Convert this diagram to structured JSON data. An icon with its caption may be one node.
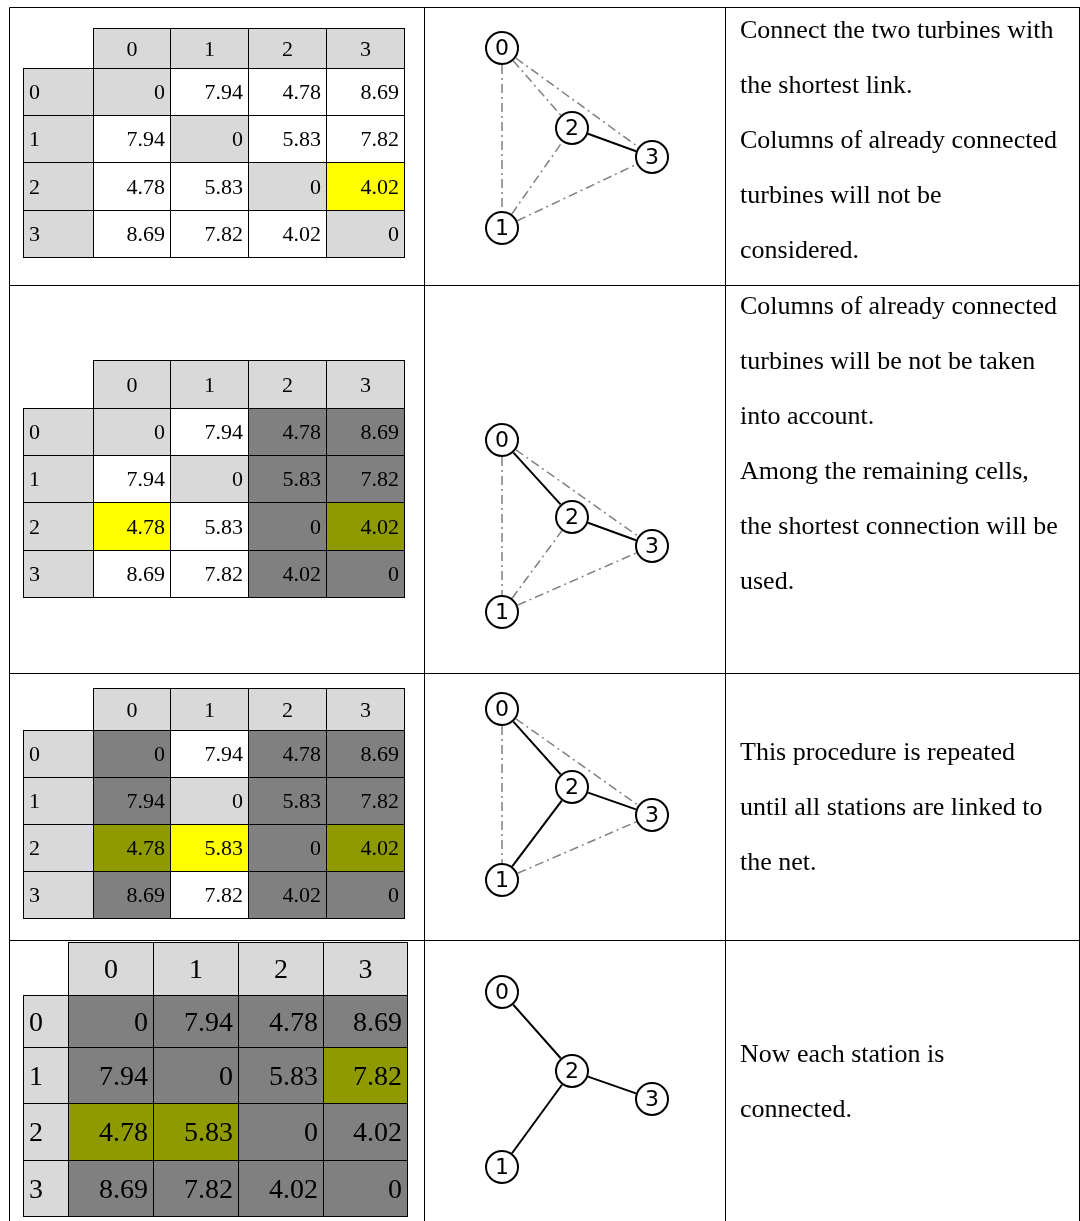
{
  "diagram": {
    "nodes": [
      {
        "text": [
          "0"
        ]
      },
      {
        "text": [
          "1"
        ]
      },
      {
        "text": [
          "2"
        ]
      },
      {
        "text": [
          "3"
        ]
      },
      {
        "text": [
          "0"
        ]
      },
      {
        "text": [
          "1"
        ]
      },
      {
        "text": [
          "2"
        ]
      },
      {
        "text": [
          "3"
        ]
      },
      {
        "text": [
          "0"
        ]
      },
      {
        "text": [
          "1"
        ]
      },
      {
        "text": [
          "2"
        ]
      },
      {
        "text": [
          "3"
        ]
      },
      {
        "text": [
          "0"
        ]
      },
      {
        "text": [
          "1"
        ]
      },
      {
        "text": [
          "2"
        ]
      },
      {
        "text": [
          "3"
        ]
      }
    ],
    "edges": [
      {
        "from": 0,
        "to": 1,
        "arrow": "none",
        "style": "dashed"
      },
      {
        "from": 0,
        "to": 2,
        "arrow": "none",
        "style": "dashed"
      },
      {
        "from": 0,
        "to": 3,
        "arrow": "none",
        "style": "dashed"
      },
      {
        "from": 1,
        "to": 2,
        "arrow": "none",
        "style": "dashed"
      },
      {
        "from": 1,
        "to": 3,
        "arrow": "none",
        "style": "dashed"
      },
      {
        "from": 2,
        "to": 3,
        "arrow": "none",
        "color": "#000000"
      },
      {
        "from": 4,
        "to": 5,
        "arrow": "none",
        "style": "dashed"
      },
      {
        "from": 4,
        "to": 6,
        "arrow": "none",
        "color": "#000000"
      },
      {
        "from": 4,
        "to": 7,
        "arrow": "none",
        "style": "dashed"
      },
      {
        "from": 5,
        "to": 6,
        "arrow": "none",
        "style": "dashed"
      },
      {
        "from": 5,
        "to": 7,
        "arrow": "none",
        "style": "dashed"
      },
      {
        "from": 6,
        "to": 7,
        "arrow": "none",
        "color": "#000000"
      },
      {
        "from": 8,
        "to": 9,
        "arrow": "none",
        "style": "dashed"
      },
      {
        "from": 8,
        "to": 10,
        "arrow": "none",
        "color": "#000000"
      },
      {
        "from": 8,
        "to": 11,
        "arrow": "none",
        "style": "dashed"
      },
      {
        "from": 9,
        "to": 10,
        "arrow": "none",
        "color": "#000000"
      },
      {
        "from": 9,
        "to": 11,
        "arrow": "none",
        "style": "dashed"
      },
      {
        "from": 10,
        "to": 11,
        "arrow": "none",
        "color": "#000000"
      },
      {
        "from": 12,
        "to": 14,
        "arrow": "none",
        "color": "#000000"
      },
      {
        "from": 13,
        "to": 14,
        "arrow": "none",
        "color": "#000000"
      },
      {
        "from": 14,
        "to": 15,
        "arrow": "none",
        "color": "#000000"
      }
    ],
    "labels": [
      "0",
      "1",
      "2",
      "3",
      "0",
      "0",
      "7.94",
      "4.78",
      "8.69",
      "1",
      "7.94",
      "0",
      "5.83",
      "7.82",
      "2",
      "4.78",
      "5.83",
      "0",
      "4.02",
      "3",
      "8.69",
      "7.82",
      "4.02",
      "0",
      "Connect the two turbines with the shortest link.",
      "Columns of already connected turbines will not be considered.",
      "0",
      "1",
      "2",
      "3",
      "0",
      "0",
      "7.94",
      "4.78",
      "8.69",
      "1",
      "7.94",
      "0",
      "5.83",
      "7.82",
      "2",
      "4.78",
      "5.83",
      "0",
      "4.02",
      "3",
      "8.69",
      "7.82",
      "4.02",
      "0",
      "Columns of already connected turbines will be not be taken into account.",
      "Among the remaining cells, the shortest connection will be used.",
      "0",
      "1",
      "2",
      "3",
      "0",
      "0",
      "7.94",
      "4.78",
      "8.69",
      "1",
      "7.94",
      "0",
      "5.83",
      "7.82",
      "2",
      "4.78",
      "5.83",
      "0",
      "4.02",
      "3",
      "8.69",
      "7.82",
      "4.02",
      "0",
      "This procedure is repeated until all stations are linked to the net.",
      "0",
      "1",
      "2",
      "3",
      "0",
      "0",
      "7.94",
      "4.78",
      "8.69",
      "1",
      "7.94",
      "0",
      "5.83",
      "7.82",
      "2",
      "4.78",
      "5.83",
      "0",
      "4.02",
      "3",
      "8.69",
      "7.82",
      "4.02",
      "0",
      "Now each station is connected."
    ]
  }
}
